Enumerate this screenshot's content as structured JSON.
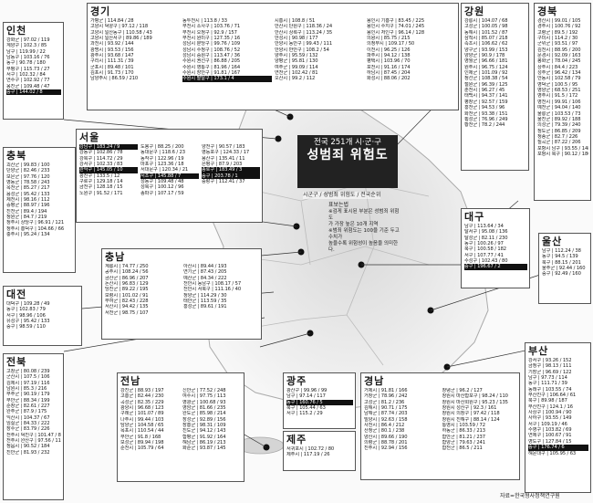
{
  "title": {
    "line1": "전국 251개 시·군·구",
    "line2": "성범죄 위험도"
  },
  "subtitle": "시군구 / 성범죄 위험도 / 전국순위",
  "legend": {
    "title": "표보는법",
    "lines": [
      "※검게 표시된 부분은 성범죄 위험도",
      "가 가장 높은 10개 지역",
      "※범죄 위험도는 100을 기준 두고 수치가",
      "높을수록 위험성이 높음을 의미한다."
    ]
  },
  "source": "자료=한국형사정책연구원",
  "regions": [
    {
      "id": "incheon",
      "name": "인천",
      "cols": [
        [
          {
            "t": "강화군 | 97.02 / 119"
          },
          {
            "t": "계양구 | 102.3 / 85"
          },
          {
            "t": "남구 | 119.99 / 22"
          },
          {
            "t": "남동구 | 103.16 / 76"
          },
          {
            "t": "동구 | 90.78 / 180"
          },
          {
            "t": "부평구 | 115.73 / 27"
          },
          {
            "t": "서구 | 102.32 / 84"
          },
          {
            "t": "연수구 | 102.92 / 77"
          },
          {
            "t": "옹진군 | 109.48 / 47"
          },
          {
            "t": "중구 | 144.02 / 8",
            "hl": true
          }
        ]
      ]
    },
    {
      "id": "gyeonggi",
      "name": "경기",
      "cols": [
        [
          {
            "t": "가평군 | 114.84 / 28"
          },
          {
            "t": "고양시 덕양구 | 97.12 / 118"
          },
          {
            "t": "고양시 일산동구 | 110.58 / 43"
          },
          {
            "t": "고양시 일산서구 | 89.86 / 189"
          },
          {
            "t": "과천시 | 93.92 / 144"
          },
          {
            "t": "광명시 | 93.53 / 156"
          },
          {
            "t": "광주시 | 93.68 / 147"
          },
          {
            "t": "구리시 | 111.31 / 39"
          },
          {
            "t": "군포시 | 89.48 / 101"
          },
          {
            "t": "김포시 | 91.73 / 170"
          },
          {
            "t": "남양주시 | 86.59 / 210"
          }
        ],
        [
          {
            "t": "동두천시 | 113.8 / 33"
          },
          {
            "t": "부천시 소사구 | 103.76 / 71"
          },
          {
            "t": "부천시 오정구 | 92.9 / 157"
          },
          {
            "t": "부천시 원미구 | 127.35 / 16"
          },
          {
            "t": "성남시 분당구 | 99.76 / 109"
          },
          {
            "t": "성남시 수정구 | 108.76 / 52"
          },
          {
            "t": "성남시 중원구 | 113.47 / 36"
          },
          {
            "t": "수원시 권선구 | 86.88 / 205"
          },
          {
            "t": "수원시 영통구 | 81.96 / 164"
          },
          {
            "t": "수원시 장안구 | 91.81 / 167"
          },
          {
            "t": "수원시 팔달구 | 173.1 / 4",
            "hl": true
          }
        ],
        [
          {
            "t": "시흥시 | 108.8 / 51"
          },
          {
            "t": "안산시 단원구 | 118.36 / 24"
          },
          {
            "t": "안산시 상록구 | 113.24 / 35"
          },
          {
            "t": "안성시 | 90.98 / 177"
          },
          {
            "t": "안양시 동안구 | 99.43 / 111"
          },
          {
            "t": "안양시 만안구 | 108.2 / 54"
          },
          {
            "t": "양주시 | 95.59 / 132"
          },
          {
            "t": "양평군 | 95.81 / 130"
          },
          {
            "t": "여주군 | 99.09 / 114"
          },
          {
            "t": "연천군 | 102.42 / 81"
          },
          {
            "t": "오산시 | 99.2 / 112"
          }
        ],
        [
          {
            "t": "용인시 기흥구 | 83.45 / 225"
          },
          {
            "t": "용인시 수지구 | 74.01 / 245"
          },
          {
            "t": "용인시 처인구 | 96.14 / 128"
          },
          {
            "t": "의왕시 | 85.75 / 215"
          },
          {
            "t": "의정부시 | 109.17 / 50"
          },
          {
            "t": "이천시 | 96.25 / 126"
          },
          {
            "t": "파주시 | 94.12 / 138"
          },
          {
            "t": "평택시 | 103.96 / 70"
          },
          {
            "t": "포천시 | 91.16 / 174"
          },
          {
            "t": "하남시 | 87.45 / 204"
          },
          {
            "t": "화성시 | 88.06 / 202"
          }
        ]
      ]
    },
    {
      "id": "gangwon",
      "name": "강원",
      "cols": [
        [
          {
            "t": "강릉시 | 104.07 / 68"
          },
          {
            "t": "고성군 | 100.05 / 98"
          },
          {
            "t": "동해시 | 101.52 / 87"
          },
          {
            "t": "삼척시 | 85.07 / 218"
          },
          {
            "t": "속초시 | 106.62 / 62"
          },
          {
            "t": "양구군 | 93.99 / 153"
          },
          {
            "t": "양양군 | 90.9 / 178"
          },
          {
            "t": "영월군 | 96.66 / 181"
          },
          {
            "t": "원주시 | 96.75 / 124"
          },
          {
            "t": "인제군 | 101.09 / 92"
          },
          {
            "t": "정선군 | 108.38 / 54"
          },
          {
            "t": "철원군 | 96.39 / 125"
          },
          {
            "t": "춘천시 | 96.27 / 45"
          },
          {
            "t": "태백시 | 94.37 / 141"
          },
          {
            "t": "평창군 | 92.57 / 159"
          },
          {
            "t": "홍천군 | 94.53 / 96"
          },
          {
            "t": "화천군 | 93.38 / 151"
          },
          {
            "t": "횡성군 | 76.96 / 249"
          },
          {
            "t": "황천군 | 78.2 / 244"
          }
        ]
      ]
    },
    {
      "id": "gyeongbuk",
      "name": "경북",
      "cols": [
        [
          {
            "t": "경산시 | 99.01 / 105"
          },
          {
            "t": "경주시 | 100.76 / 92"
          },
          {
            "t": "고령군 | 89.5 / 192"
          },
          {
            "t": "구미시 | 114.2 / 30"
          },
          {
            "t": "군위군 | 93.51 / 97"
          },
          {
            "t": "김천시 | 88.95 / 200"
          },
          {
            "t": "문경시 | 92.09 / 163"
          },
          {
            "t": "봉화군 | 78.04 / 245"
          },
          {
            "t": "상주시 | 84.4 / 223"
          },
          {
            "t": "성주군 | 96.42 / 134"
          },
          {
            "t": "안동시 | 102.58 / 79"
          },
          {
            "t": "영덕군 | 100.5 / 95"
          },
          {
            "t": "영양군 | 68.53 / 251"
          },
          {
            "t": "영주시 | 91.5 / 172"
          },
          {
            "t": "영천시 | 99.91 / 106"
          },
          {
            "t": "예천군 | 94.04 / 140"
          },
          {
            "t": "울릉군 | 103.53 / 73"
          },
          {
            "t": "울진군 | 89.92 / 188"
          },
          {
            "t": "의성군 | 79.39 / 240"
          },
          {
            "t": "청도군 | 86.85 / 209"
          },
          {
            "t": "청송군 | 82.7 / 226"
          },
          {
            "t": "칠곡군 | 87.22 / 206"
          },
          {
            "t": "포항시 남구 | 93.55 / 148"
          },
          {
            "t": "포항시 북구 | 90.12 / 186"
          }
        ]
      ]
    },
    {
      "id": "chungbuk",
      "name": "충북",
      "cols": [
        [
          {
            "t": "괴산군 | 99.83 / 100"
          },
          {
            "t": "단양군 | 82.46 / 233"
          },
          {
            "t": "보은군 | 97.76 / 120"
          },
          {
            "t": "영동군 | 78.58 / 243"
          },
          {
            "t": "옥천군 | 85.27 / 217"
          },
          {
            "t": "음성군 | 95.42 / 133"
          },
          {
            "t": "제천시 | 98.16 / 112"
          },
          {
            "t": "증평군 | 88.97 / 196"
          },
          {
            "t": "진천군 | 89.4 / 194"
          },
          {
            "t": "청원군 | 84.7 / 219"
          },
          {
            "t": "청주시 상당구 | 96.91 / 121"
          },
          {
            "t": "청주시 흥덕구 | 104.66 / 66"
          },
          {
            "t": "충주시 | 95.24 / 134"
          }
        ]
      ]
    },
    {
      "id": "seoul",
      "name": "서울",
      "cols": [
        [
          {
            "t": "강남구 | 183.24 / 9",
            "hl": true
          },
          {
            "t": "강동구 | 102.86 / 78"
          },
          {
            "t": "강북구 | 114.72 / 29"
          },
          {
            "t": "강서구 | 102.33 / 83"
          },
          {
            "t": "관악구 | 145.05 / 10",
            "hl": true
          },
          {
            "t": "광진구 | 133.5 / 12"
          },
          {
            "t": "구로구 | 129.18 / 14"
          },
          {
            "t": "금천구 | 128.18 / 15"
          },
          {
            "t": "노원구 | 91.52 / 171"
          }
        ],
        [
          {
            "t": "도봉구 | 88.25 / 200"
          },
          {
            "t": "동대문구 | 118.6 / 23"
          },
          {
            "t": "동작구 | 122.96 / 19"
          },
          {
            "t": "마포구 | 123.36 / 18"
          },
          {
            "t": "서대문구 | 120.34 / 21"
          },
          {
            "t": "서초구 | 145.88 / 7",
            "hl": true
          },
          {
            "t": "성동구 | 109.48 / 48"
          },
          {
            "t": "성북구 | 100.12 / 96"
          },
          {
            "t": "송파구 | 107.17 / 59"
          }
        ],
        [
          {
            "t": "양천구 | 90.57 / 183"
          },
          {
            "t": "영등포구 | 124.33 / 17"
          },
          {
            "t": "용산구 | 135.41 / 11"
          },
          {
            "t": "은평구 | 87.9 / 203"
          },
          {
            "t": "종로구 | 183.49 / 3",
            "hl": true
          },
          {
            "t": "중구 | 203.78 / 1",
            "hl": true
          },
          {
            "t": "중랑구 | 112.41 / 37"
          }
        ]
      ]
    },
    {
      "id": "chungnam",
      "name": "충남",
      "cols": [
        [
          {
            "t": "계룡시 | 74.77 / 250"
          },
          {
            "t": "공주시 | 108.24 / 56"
          },
          {
            "t": "금산군 | 86.96 / 207"
          },
          {
            "t": "논산시 | 96.83 / 129"
          },
          {
            "t": "당진군 | 89.22 / 195"
          },
          {
            "t": "보령시 | 101.02 / 91"
          },
          {
            "t": "부여군 | 82.43 / 228"
          },
          {
            "t": "서산시 | 94.42 / 135"
          },
          {
            "t": "서천군 | 98.75 / 107"
          }
        ],
        [
          {
            "t": "아산시 | 89.44 / 193"
          },
          {
            "t": "연기군 | 87.43 / 205"
          },
          {
            "t": "예산군 | 84.34 / 222"
          },
          {
            "t": "천안시 동남구 | 108.17 / 57"
          },
          {
            "t": "천안시 서북구 | 111.16 / 40"
          },
          {
            "t": "청양군 | 114.29 / 30"
          },
          {
            "t": "태안군 | 113.59 / 35"
          },
          {
            "t": "홍성군 | 89.61 / 191"
          }
        ]
      ]
    },
    {
      "id": "daegu",
      "name": "대구",
      "cols": [
        [
          {
            "t": "남구 | 113.64 / 34"
          },
          {
            "t": "달서구 | 95.08 / 136"
          },
          {
            "t": "달성군 | 82.11 / 230"
          },
          {
            "t": "동구 | 100.26 / 97"
          },
          {
            "t": "북구 | 100.58 / 182"
          },
          {
            "t": "서구 | 107.77 / 41"
          },
          {
            "t": "수성구 | 102.43 / 80"
          },
          {
            "t": "중구 | 196.67 / 2",
            "hl": true
          }
        ]
      ]
    },
    {
      "id": "ulsan",
      "name": "울산",
      "cols": [
        [
          {
            "t": "남구 | 112.24 / 38"
          },
          {
            "t": "동구 | 94.5 / 139"
          },
          {
            "t": "북구 | 88.15 / 201"
          },
          {
            "t": "울주군 | 92.44 / 160"
          },
          {
            "t": "중구 | 92.49 / 160"
          }
        ]
      ]
    },
    {
      "id": "daejeon",
      "name": "대전",
      "cols": [
        [
          {
            "t": "대덕구 | 109.28 / 49"
          },
          {
            "t": "동구 | 102.83 / 79"
          },
          {
            "t": "서구 | 98.96 / 106"
          },
          {
            "t": "유성구 | 95.42 / 133"
          },
          {
            "t": "중구 | 98.59 / 110"
          }
        ]
      ]
    },
    {
      "id": "jeonbuk",
      "name": "전북",
      "cols": [
        [
          {
            "t": "고창군 | 80.08 / 239"
          },
          {
            "t": "군산시 | 107.5 / 106"
          },
          {
            "t": "김제시 | 97.19 / 116"
          },
          {
            "t": "남원시 | 85.3 / 216"
          },
          {
            "t": "무주군 | 90.19 / 179"
          },
          {
            "t": "부안군 | 88.34 / 199"
          },
          {
            "t": "순창군 | 82.61 / 227"
          },
          {
            "t": "완주군 | 87.9 / 175"
          },
          {
            "t": "익산시 | 104.37 / 67"
          },
          {
            "t": "임실군 | 84.33 / 222"
          },
          {
            "t": "장수군 | 83.79 / 226"
          },
          {
            "t": "전주시 덕진구 | 101.47 / 88"
          },
          {
            "t": "전주시 완산구 | 97.56 / 115"
          },
          {
            "t": "정읍시 | 90.52 / 184"
          },
          {
            "t": "진안군 | 81.93 / 232"
          }
        ]
      ]
    },
    {
      "id": "jeonnam",
      "name": "전남",
      "cols": [
        [
          {
            "t": "강진군 | 88.93 / 197"
          },
          {
            "t": "고흥군 | 82.44 / 230"
          },
          {
            "t": "곡성군 | 82.35 / 229"
          },
          {
            "t": "광양시 | 96.68 / 123"
          },
          {
            "t": "구례군 | 101.07 / 89"
          },
          {
            "t": "나주시 | 99.44 / 103"
          },
          {
            "t": "담양군 | 104.58 / 65"
          },
          {
            "t": "목포시 | 110.54 / 44"
          },
          {
            "t": "무안군 | 91.8 / 168"
          },
          {
            "t": "보성군 | 89.94 / 198"
          },
          {
            "t": "순천시 | 105.79 / 64"
          }
        ],
        [
          {
            "t": "신안군 | 77.52 / 248"
          },
          {
            "t": "여수시 | 97.75 / 113"
          },
          {
            "t": "영광군 | 100.68 / 93"
          },
          {
            "t": "영암군 | 81.66 / 235"
          },
          {
            "t": "완도군 | 85.98 / 214"
          },
          {
            "t": "장성군 | 92.89 / 156"
          },
          {
            "t": "장흥군 | 98.31 / 109"
          },
          {
            "t": "진도군 | 94.12 / 143"
          },
          {
            "t": "함평군 | 91.92 / 164"
          },
          {
            "t": "해남군 | 86.19 / 213"
          },
          {
            "t": "화순군 | 93.87 / 145"
          }
        ]
      ]
    },
    {
      "id": "gwangju",
      "name": "광주",
      "cols": [
        [
          {
            "t": "광산구 | 99.96 / 99"
          },
          {
            "t": "남구 | 97.14 / 117"
          },
          {
            "t": "동구 | 160.76 / 5",
            "hl": true
          },
          {
            "t": "북구 | 105.44 / 63"
          },
          {
            "t": "서구 | 115.2 / 29"
          }
        ]
      ]
    },
    {
      "id": "jeju",
      "name": "제주",
      "cols": [
        [
          {
            "t": "서귀포시 | 102.72 / 80"
          },
          {
            "t": "제주시 | 117.19 / 26"
          }
        ]
      ]
    },
    {
      "id": "gyeongnam",
      "name": "경남",
      "cols": [
        [
          {
            "t": "거제시 | 91.81 / 166"
          },
          {
            "t": "거창군 | 78.96 / 242"
          },
          {
            "t": "고성군 | 81.2 / 236"
          },
          {
            "t": "김해시 | 90.71 / 175"
          },
          {
            "t": "남해군 | 87.74 / 203"
          },
          {
            "t": "밀양시 | 92.63 / 158"
          },
          {
            "t": "사천시 | 86.4 / 212"
          },
          {
            "t": "산청군 | 80.1 / 238"
          },
          {
            "t": "양산시 | 89.66 / 190"
          },
          {
            "t": "의령군 | 88.78 / 201"
          },
          {
            "t": "진주시 | 92.94 / 156"
          }
        ],
        [
          {
            "t": "창녕군 | 96.2 / 127"
          },
          {
            "t": "창원시 마산합포구 | 98.24 / 110"
          },
          {
            "t": "창원시 마산회원구 | 95.23 / 135"
          },
          {
            "t": "창원시 성산구 | 92.3 / 161"
          },
          {
            "t": "창원시 의창구 | 97.42 / 118"
          },
          {
            "t": "창원시 진해구 | 88.14 / 124"
          },
          {
            "t": "통영시 | 103.59 / 72"
          },
          {
            "t": "하동군 | 86.33 / 213"
          },
          {
            "t": "함안군 | 81.21 / 237"
          },
          {
            "t": "함양군 | 79.63 / 241"
          },
          {
            "t": "합천군 | 86.5 / 211"
          }
        ]
      ]
    },
    {
      "id": "busan",
      "name": "부산",
      "cols": [
        [
          {
            "t": "강서구 | 93.26 / 152"
          },
          {
            "t": "금정구 | 98.13 / 111"
          },
          {
            "t": "기장군 | 96.69 / 122"
          },
          {
            "t": "남구 | 97.73 / 114"
          },
          {
            "t": "동구 | 111.71 / 39"
          },
          {
            "t": "동래구 | 103.55 / 74"
          },
          {
            "t": "부산진구 | 106.64 / 61"
          },
          {
            "t": "북구 | 89.98 / 187"
          },
          {
            "t": "부산진구 | 124.1 / 16"
          },
          {
            "t": "사상구 | 100.94 / 90"
          },
          {
            "t": "사하구 | 93.55 / 149"
          },
          {
            "t": "서구 | 109.19 / 46"
          },
          {
            "t": "수영구 | 103.82 / 69"
          },
          {
            "t": "연제구 | 100.67 / 91"
          },
          {
            "t": "영도구 | 127.84 / 15"
          },
          {
            "t": "중구 | 176.74 / 6",
            "hl": true
          },
          {
            "t": "해운대구 | 105.95 / 63"
          }
        ]
      ]
    }
  ]
}
